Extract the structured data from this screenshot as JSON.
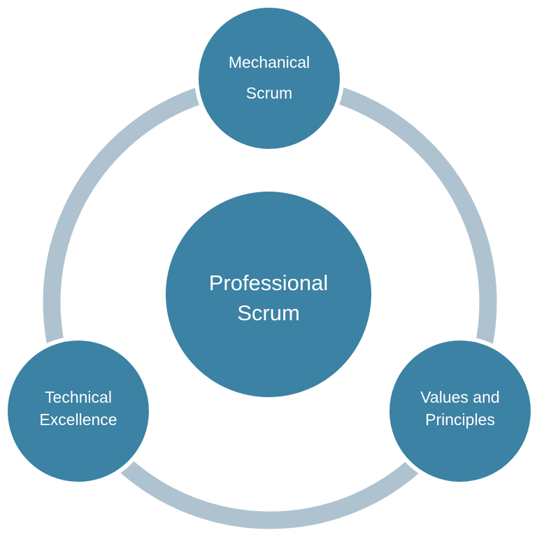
{
  "colors": {
    "node_fill": "#3b82a4",
    "ring": "#aec3cf",
    "node_border": "#ffffff",
    "text": "#ffffff"
  },
  "center": {
    "line1": "Professional",
    "line2": "Scrum"
  },
  "nodes": [
    {
      "id": "mechanical-scrum",
      "line1": "Mechanical",
      "line2": "Scrum"
    },
    {
      "id": "technical-excellence",
      "line1": "Technical",
      "line2": "Excellence"
    },
    {
      "id": "values-and-principles",
      "line1": "Values and",
      "line2": "Principles"
    }
  ]
}
